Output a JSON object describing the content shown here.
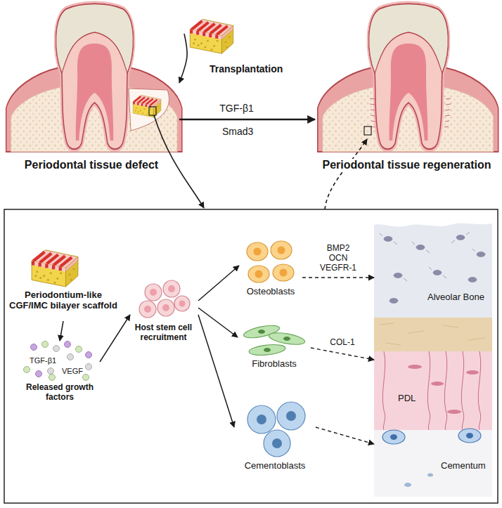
{
  "diagram": {
    "nodes": [
      {
        "text": [
          "Periodontal tissue defect"
        ]
      },
      {
        "text": [
          "Transplantation"
        ]
      },
      {
        "text": [
          "Periodontal tissue regeneration"
        ]
      },
      {
        "text": [
          "Periodontium-like CGF/IMC bilayer scaffold"
        ]
      },
      {
        "text": [
          "TGF-β1",
          "VEGF",
          "Released growth factors"
        ]
      },
      {
        "text": [
          "Host stem cell recruitment"
        ]
      },
      {
        "text": [
          "Osteoblasts"
        ]
      },
      {
        "text": [
          "Fibroblasts"
        ]
      },
      {
        "text": [
          "Cementoblasts"
        ]
      },
      {
        "text": [
          "Alveolar Bone"
        ]
      },
      {
        "text": [
          "PDL"
        ]
      },
      {
        "text": [
          "Cementum"
        ]
      }
    ],
    "edges": [
      {
        "from": 1,
        "to": 0,
        "arrow": "to"
      },
      {
        "from": 0,
        "to": 2,
        "label": "TGF-β1",
        "arrow": "to"
      },
      {
        "from": 3,
        "to": 4,
        "arrow": "to"
      },
      {
        "from": 4,
        "to": 5,
        "arrow": "to"
      },
      {
        "from": 5,
        "to": 6,
        "arrow": "to"
      },
      {
        "from": 5,
        "to": 7,
        "arrow": "to"
      },
      {
        "from": 5,
        "to": 8,
        "arrow": "to"
      },
      {
        "from": 6,
        "to": 9,
        "label": "BMP2 OCN VEGFR-1",
        "arrow": "to"
      },
      {
        "from": 7,
        "to": 10,
        "label": "COL-1",
        "arrow": "to"
      },
      {
        "from": 8,
        "to": 11,
        "arrow": "to"
      }
    ],
    "labels": [
      "Smad3"
    ]
  }
}
